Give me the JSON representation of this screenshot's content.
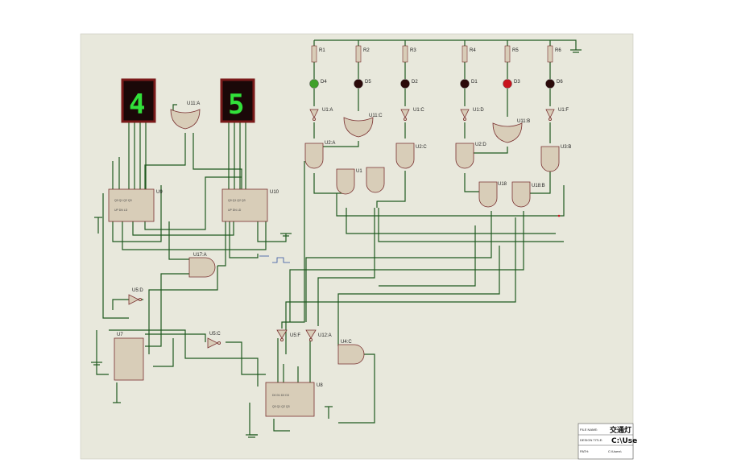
{
  "displays": [
    {
      "name": "display-left",
      "digit": "4"
    },
    {
      "name": "display-right",
      "digit": "5"
    }
  ],
  "components": {
    "gates_top": [
      "U11:A",
      "U1:A",
      "U11:C",
      "U1:C",
      "U1:D",
      "U11:B",
      "U1:F"
    ],
    "and_gates": [
      "U2:A",
      "U2:C",
      "U2:D",
      "U3:B",
      "U17:A",
      "U4:C"
    ],
    "counters": [
      "U9",
      "U10",
      "U8"
    ],
    "chip_u7": "U7",
    "inverters_mid": [
      "U5:D",
      "U5:C",
      "U5:F",
      "U12:A"
    ],
    "gate_pairs": [
      "U1",
      "U18",
      "U18:B"
    ]
  },
  "resistors": [
    "R1",
    "R2",
    "R3",
    "R4",
    "R5",
    "R6"
  ],
  "leds": [
    {
      "label": "D4",
      "color": "#3fa02a"
    },
    {
      "label": "D5",
      "color": "#2b0a0a"
    },
    {
      "label": "D2",
      "color": "#2b0a0a"
    },
    {
      "label": "D1",
      "color": "#2b0a0a"
    },
    {
      "label": "D3",
      "color": "#c8141e"
    },
    {
      "label": "D6",
      "color": "#2b0a0a"
    }
  ],
  "title_block": {
    "row1_label": "FILE NAME:",
    "row1_value": "交通灯",
    "row2_label": "DESIGN TITLE:",
    "row2_value": "C:\\Use",
    "row3_label": "PATH:",
    "row3_value": "C:\\Users\\"
  },
  "colors": {
    "sheet": "#e8e8dc",
    "wire": "#1f5a1f",
    "chip_fill": "#d8cdb8",
    "chip_stroke": "#7a3030",
    "display_bg": "#1a0808",
    "display_border": "#7a1a1a"
  }
}
